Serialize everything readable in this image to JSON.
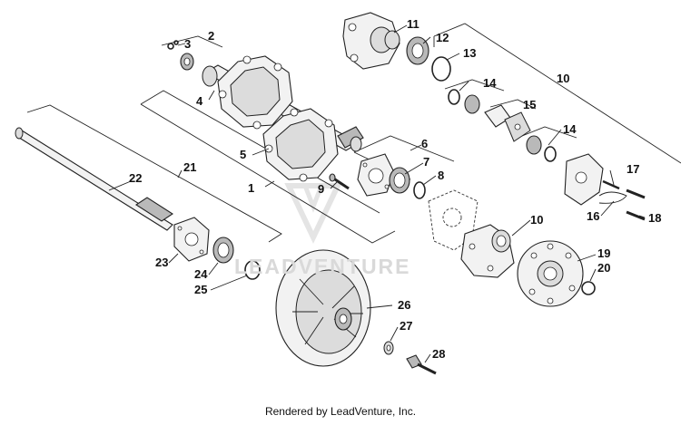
{
  "footer": {
    "credit": "Rendered by LeadVenture, Inc."
  },
  "watermark": {
    "text": "LEADVENTURE"
  },
  "callouts": {
    "c1": "1",
    "c2": "2",
    "c3": "3",
    "c4": "4",
    "c5": "5",
    "c6": "6",
    "c7": "7",
    "c8": "8",
    "c9": "9",
    "c10a": "10",
    "c10b": "10",
    "c11": "11",
    "c12": "12",
    "c13": "13",
    "c14a": "14",
    "c14b": "14",
    "c15": "15",
    "c16": "16",
    "c17": "17",
    "c18": "18",
    "c19": "19",
    "c20": "20",
    "c21": "21",
    "c22": "22",
    "c23": "23",
    "c24": "24",
    "c25": "25",
    "c26": "26",
    "c27": "27",
    "c28": "28"
  }
}
